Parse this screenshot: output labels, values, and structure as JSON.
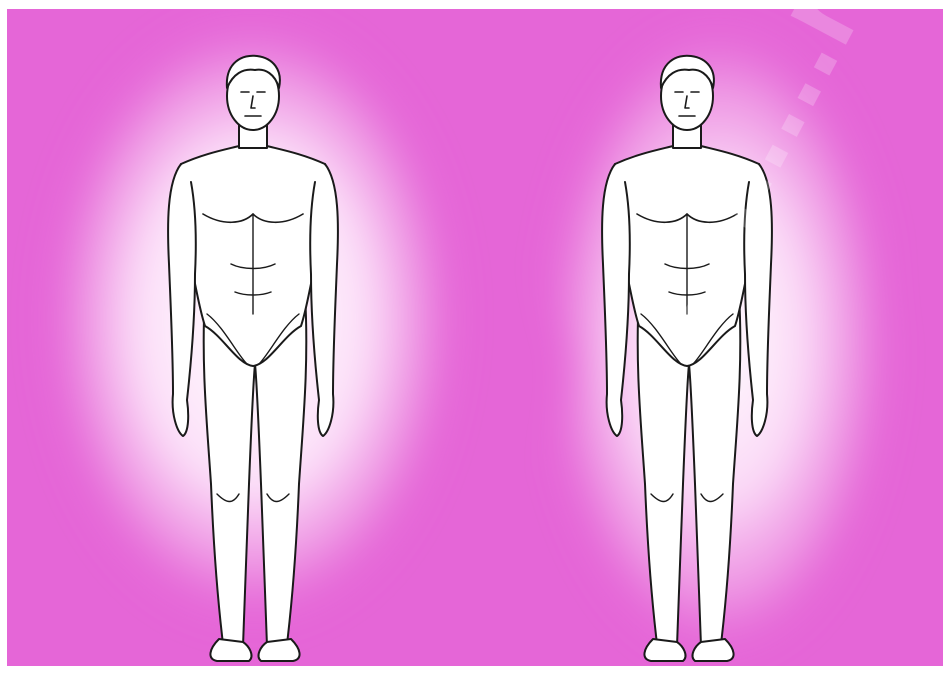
{
  "image": {
    "background_color": "#e566d7",
    "aura_color": "#ffffff",
    "figure_stroke": "#1a1a1a",
    "figure_fill": "#ffffff",
    "figures": [
      {
        "label": "figure-left",
        "aura": "even-oval"
      },
      {
        "label": "figure-right",
        "aura": "uneven-irregular"
      }
    ],
    "watermark_text": "...........ru"
  }
}
